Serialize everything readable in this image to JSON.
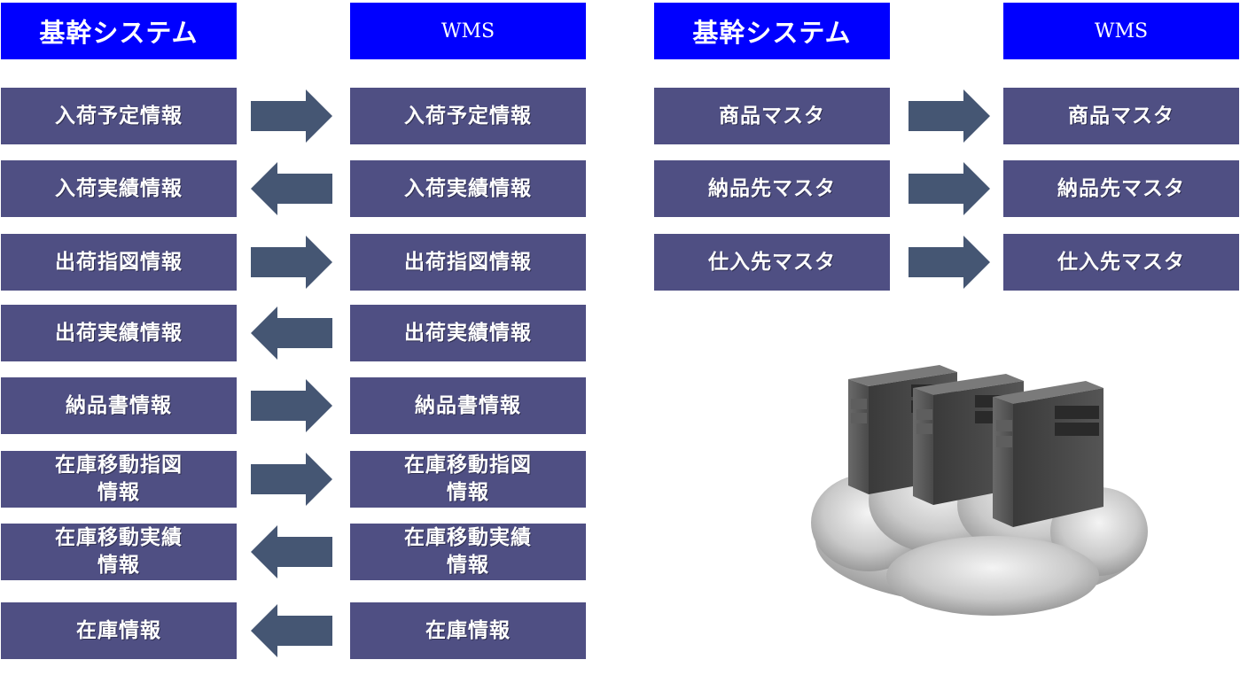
{
  "left_panel": {
    "header_left": "基幹システム",
    "header_right": "WMS",
    "rows": [
      {
        "left": "入荷予定情報",
        "right": "入荷予定情報",
        "direction": "right"
      },
      {
        "left": "入荷実績情報",
        "right": "入荷実績情報",
        "direction": "left"
      },
      {
        "left": "出荷指図情報",
        "right": "出荷指図情報",
        "direction": "right"
      },
      {
        "left": "出荷実績情報",
        "right": "出荷実績情報",
        "direction": "left"
      },
      {
        "left": "納品書情報",
        "right": "納品書情報",
        "direction": "right"
      },
      {
        "left": "在庫移動指図\n情報",
        "right": "在庫移動指図\n情報",
        "direction": "right"
      },
      {
        "left": "在庫移動実績\n情報",
        "right": "在庫移動実績\n情報",
        "direction": "left"
      },
      {
        "left": "在庫情報",
        "right": "在庫情報",
        "direction": "left"
      }
    ]
  },
  "right_panel": {
    "header_left": "基幹システム",
    "header_right": "WMS",
    "rows": [
      {
        "left": "商品マスタ",
        "right": "商品マスタ",
        "direction": "right"
      },
      {
        "left": "納品先マスタ",
        "right": "納品先マスタ",
        "direction": "right"
      },
      {
        "left": "仕入先マスタ",
        "right": "仕入先マスタ",
        "direction": "right"
      }
    ]
  },
  "illustration": {
    "icon": "cloud-servers-icon"
  },
  "colors": {
    "header": "#0000ff",
    "item": "#4f4f83",
    "arrow": "#455673"
  }
}
